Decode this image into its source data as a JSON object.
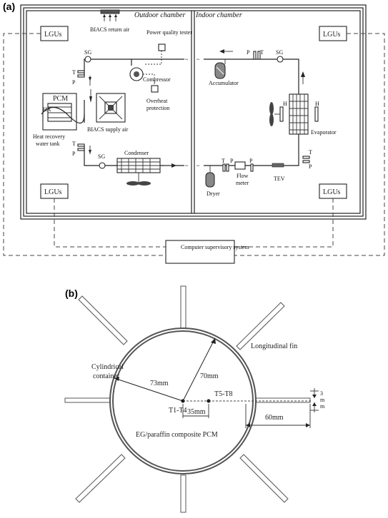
{
  "panel_a": {
    "label": "(a)",
    "outdoor_title": "Outdoor chamber",
    "indoor_title": "Indoor chamber",
    "lgus": "LGUs",
    "biacs_return": "BIACS return air",
    "biacs_supply": "BIACS supply air",
    "power_quality": "Power quality tester",
    "compressor": "Compressor",
    "overheat": "Overheat protection",
    "pcm": "PCM",
    "hx": "HX",
    "heat_recovery": "Heat recovery water tank",
    "condenser": "Condenser",
    "accumulator": "Accumulator",
    "evaporator": "Evaporator",
    "dryer": "Dryer",
    "flow_meter": "Flow meter",
    "tev": "TEV",
    "sg": "SG",
    "t": "T",
    "p": "P",
    "h": "H",
    "computer": "Computer supervisory system"
  },
  "panel_b": {
    "label": "(b)",
    "cylindrical": "Cylindrical container",
    "longitudinal_fin": "Longitudinal fin",
    "d73": "73mm",
    "d70": "70mm",
    "t1t4": "T1-T4",
    "t5t8": "T5-T8",
    "d35": "35mm",
    "d60": "60mm",
    "d3": "3 m m",
    "pcm_label": "EG/paraffin composite PCM"
  }
}
